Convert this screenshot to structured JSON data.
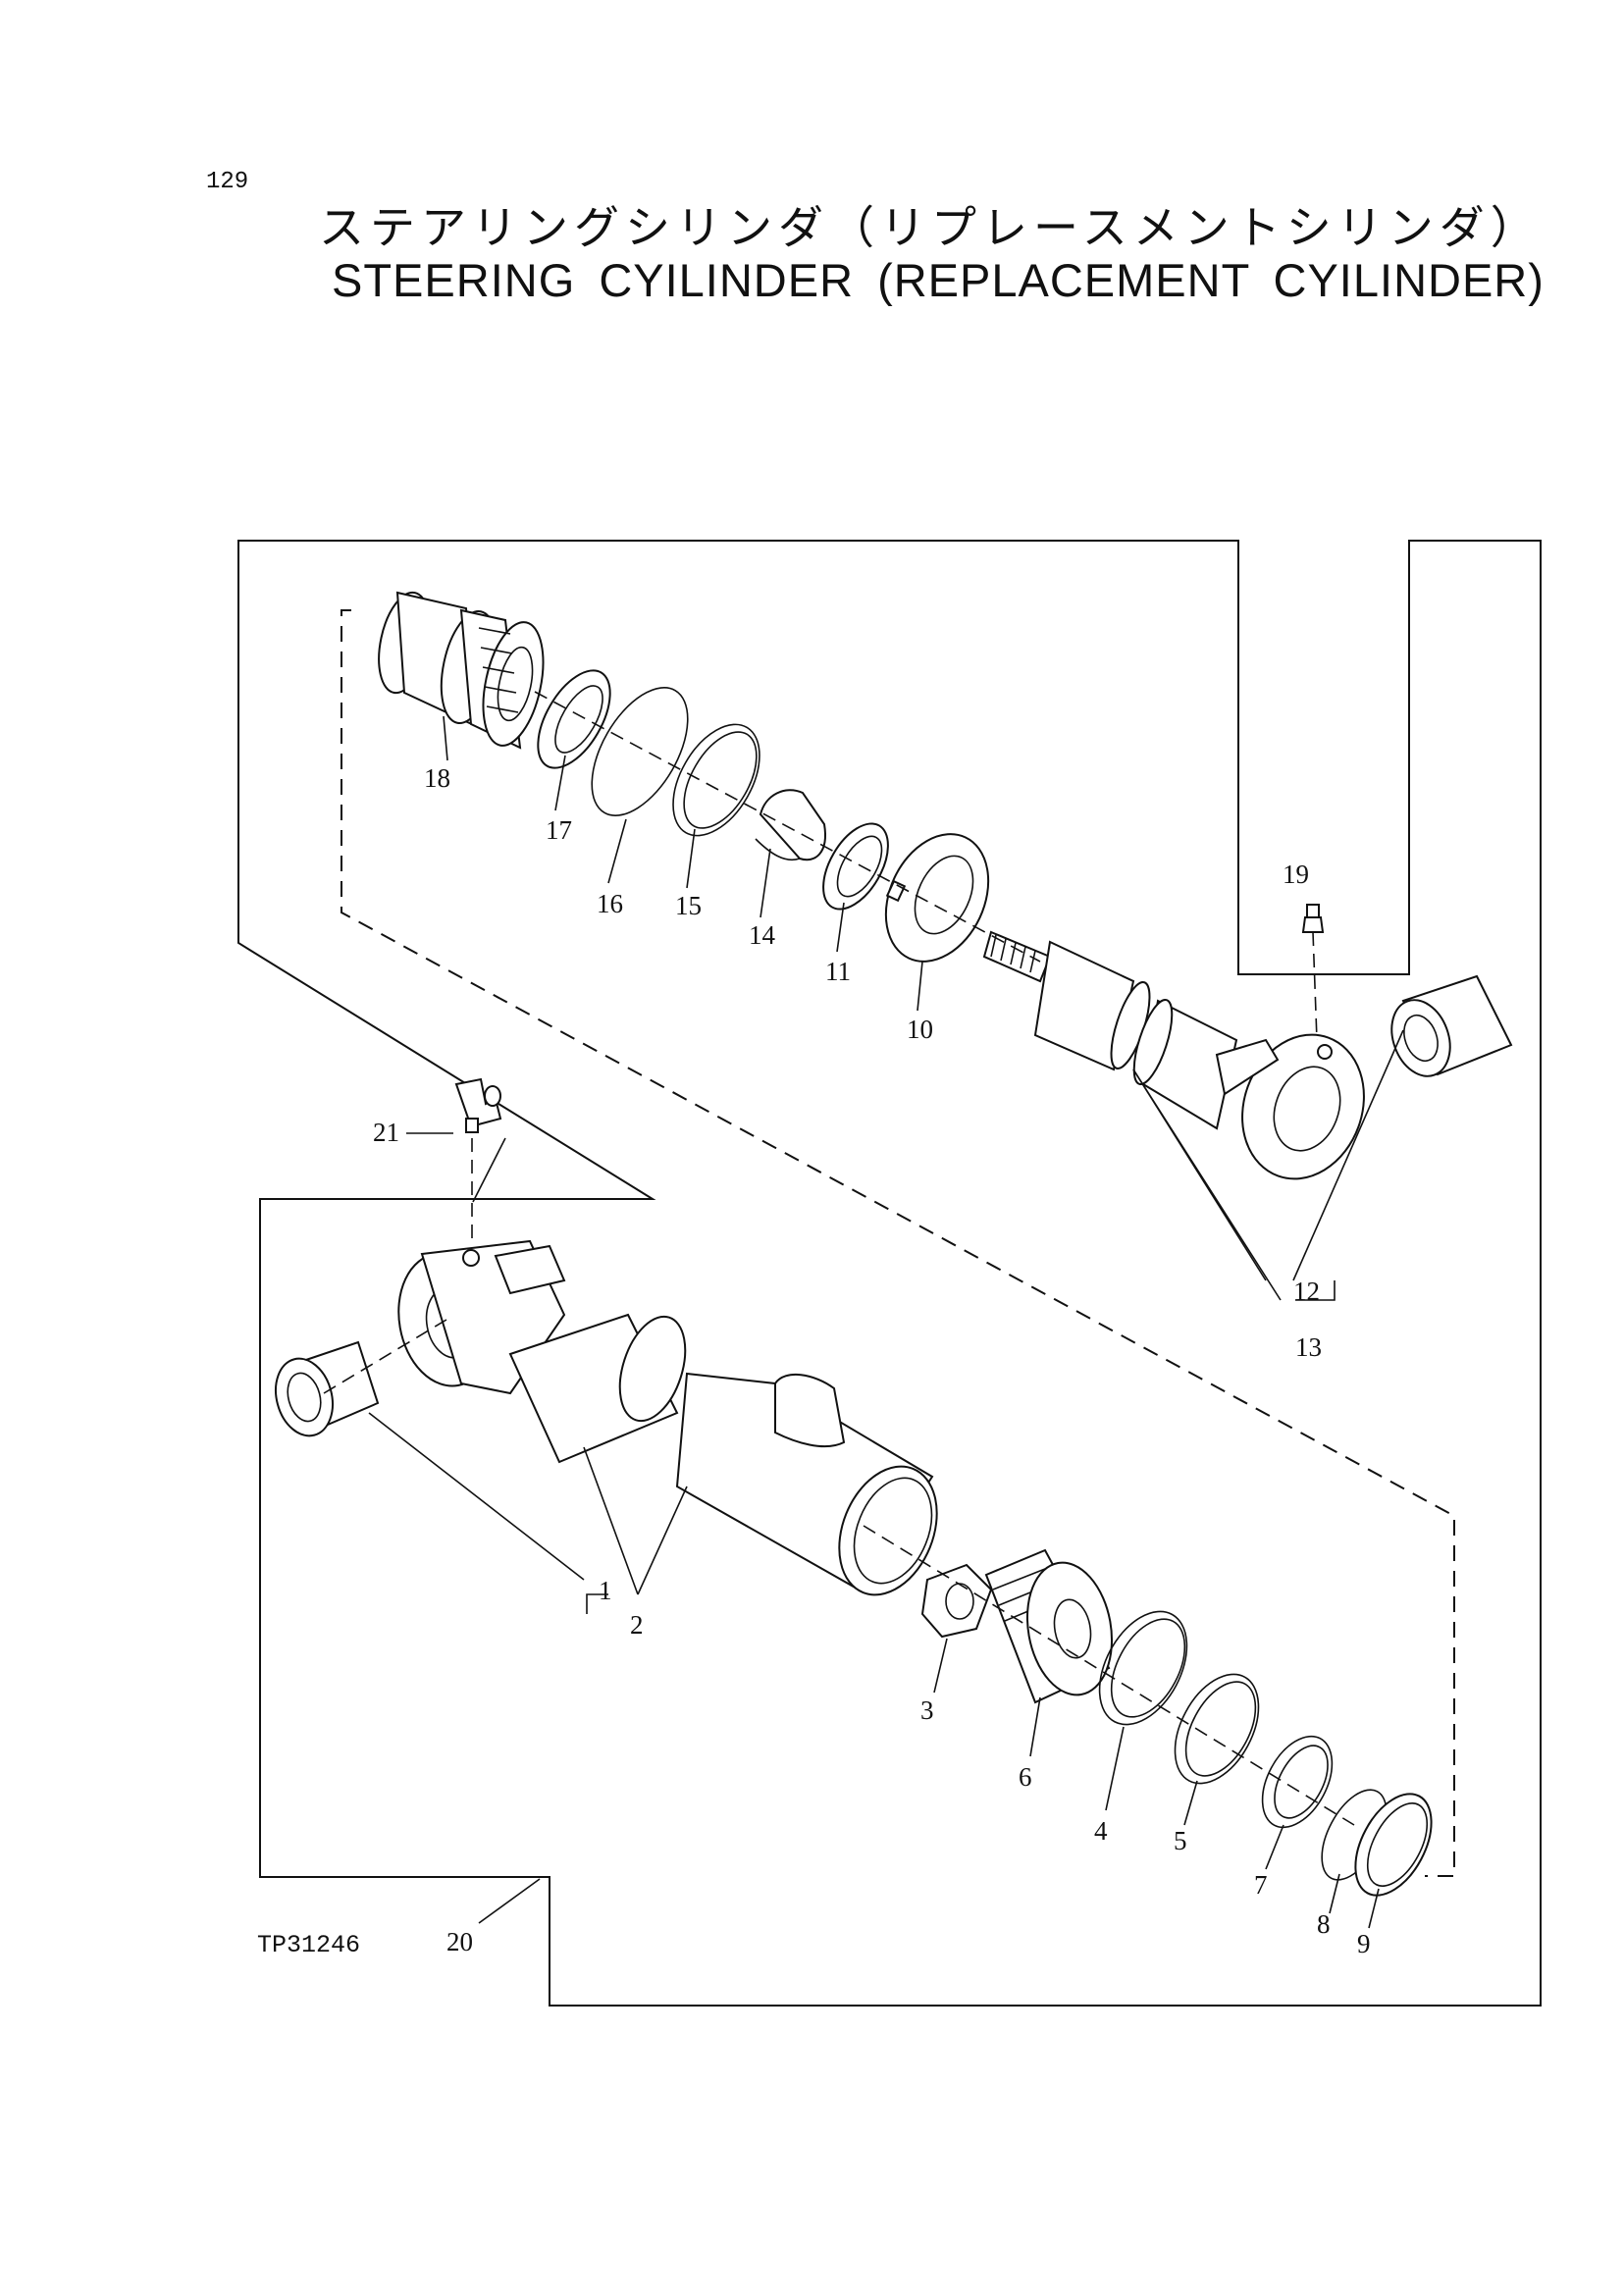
{
  "header": {
    "page_number": "129",
    "title_jp": "ステアリングシリンダ（リプレースメントシリンダ）",
    "title_en": "STEERING CYILINDER (REPLACEMENT CYILINDER)"
  },
  "footer": {
    "reference_code": "TP31246"
  },
  "callouts": {
    "c1": "1",
    "c2": "2",
    "c3": "3",
    "c4": "4",
    "c5": "5",
    "c6": "6",
    "c7": "7",
    "c8": "8",
    "c9": "9",
    "c10": "10",
    "c11": "11",
    "c12": "12",
    "c13": "13",
    "c14": "14",
    "c15": "15",
    "c16": "16",
    "c17": "17",
    "c18": "18",
    "c19": "19",
    "c20": "20",
    "c21": "21"
  }
}
